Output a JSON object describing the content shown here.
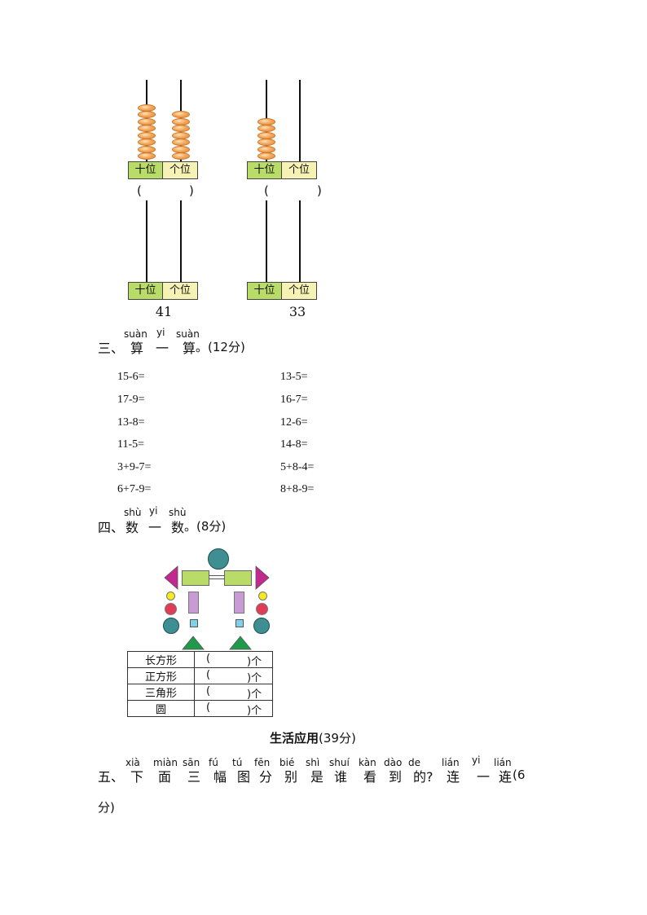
{
  "abacus": {
    "tens_label": "十位",
    "ones_label": "个位",
    "open_paren": "(",
    "close_paren": ")",
    "items": [
      {
        "tens": 8,
        "ones": 7
      },
      {
        "tens": 6,
        "ones": 0
      },
      {
        "number": "41"
      },
      {
        "number": "33"
      }
    ]
  },
  "section3": {
    "number": "三、",
    "chars": [
      "算",
      "一",
      "算"
    ],
    "pinyin": [
      "suàn",
      "yi",
      "suàn"
    ],
    "tail": "。(12分)"
  },
  "equations": {
    "left": [
      "15-6=",
      "17-9=",
      "13-8=",
      "11-5=",
      "3+9-7=",
      "6+7-9="
    ],
    "right": [
      "13-5=",
      "16-7=",
      "12-6=",
      "14-8=",
      "5+8-4=",
      "8+8-9="
    ]
  },
  "section4": {
    "number": "四、",
    "chars": [
      "数",
      "一",
      "数"
    ],
    "pinyin": [
      "shù",
      "yi",
      "shù"
    ],
    "tail": "。(8分)"
  },
  "count_table": {
    "rows": [
      {
        "name": "长方形",
        "open": "(",
        "close": ")个"
      },
      {
        "name": "正方形",
        "open": "(",
        "close": ")个"
      },
      {
        "name": "三角形",
        "open": "(",
        "close": ")个"
      },
      {
        "name": "圆",
        "open": "(",
        "close": ")个"
      }
    ]
  },
  "part_title": {
    "bold": "生活应用",
    "score": "(39分)"
  },
  "section5": {
    "number": "五、",
    "chars": [
      "下",
      "面",
      "三",
      "幅",
      "图",
      "分",
      "别",
      "是",
      "谁",
      "看",
      "到",
      "的?",
      "连",
      "一",
      "连"
    ],
    "pinyin": [
      "xià",
      "miàn",
      "sān",
      "fú",
      "tú",
      "fēn",
      "bié",
      "shì",
      "shuí",
      "kàn",
      "dào",
      "de",
      "lián",
      "yi",
      "lián"
    ],
    "tail": "。(6",
    "tail2": "分)"
  },
  "colors": {
    "bead": "#f5a95e",
    "tens_cell": "#b9dc69",
    "ones_cell": "#f6f2b4",
    "teal_circle": "#3f8f92",
    "magenta_triangle": "#c2288e",
    "green_rect": "#b9dc69",
    "purple_rect": "#c79bd3",
    "yellow_dot": "#f6ea1e",
    "red_dot": "#e23b55",
    "cyan_square": "#7fd3e9",
    "green_triangle": "#1f9a4a"
  }
}
